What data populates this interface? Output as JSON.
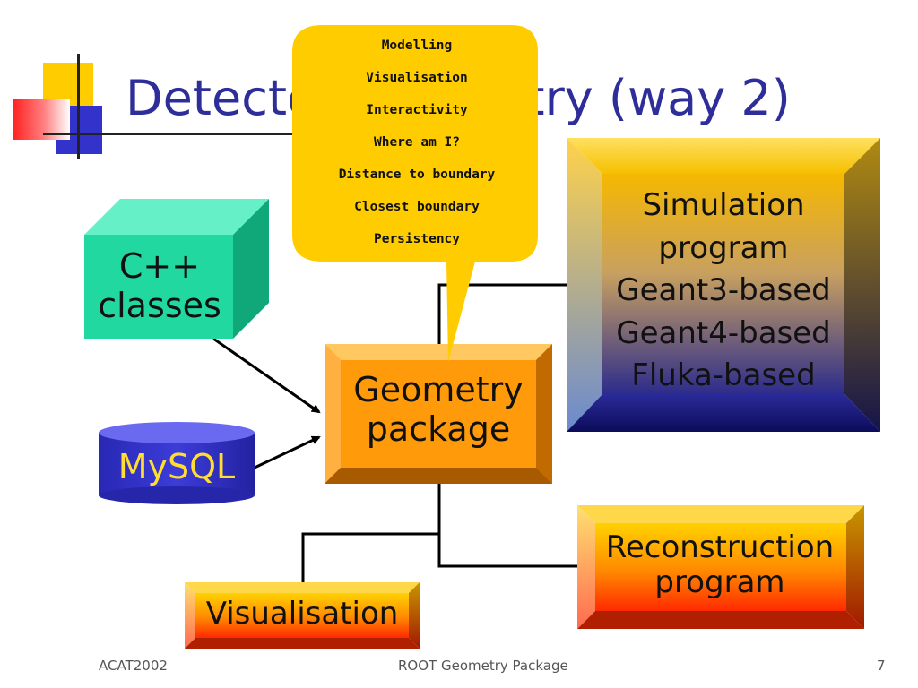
{
  "slide": {
    "title": "Detector Geometry (way 2)"
  },
  "callout": {
    "items": [
      "Modelling",
      "Visualisation",
      "Interactivity",
      "Where am I?",
      "Distance to boundary",
      "Closest boundary",
      "Persistency"
    ],
    "color": "#ffcc00"
  },
  "nodes": {
    "cpp": {
      "lines": [
        "C++",
        "classes"
      ],
      "color": "#22ddaa"
    },
    "mysql": {
      "label": "MySQL",
      "color": "#3333cc",
      "text_color": "#ffdd33"
    },
    "geometry": {
      "lines": [
        "Geometry",
        "package"
      ],
      "color": "#ff9900"
    },
    "simulation": {
      "lines": [
        "Simulation",
        "program",
        "Geant3-based",
        "Geant4-based",
        "Fluka-based"
      ]
    },
    "reconstruction": {
      "lines": [
        "Reconstruction",
        "program"
      ]
    },
    "visualisation": {
      "label": "Visualisation"
    }
  },
  "footer": {
    "left": "ACAT2002",
    "center": "ROOT Geometry Package",
    "page_number": "7"
  }
}
